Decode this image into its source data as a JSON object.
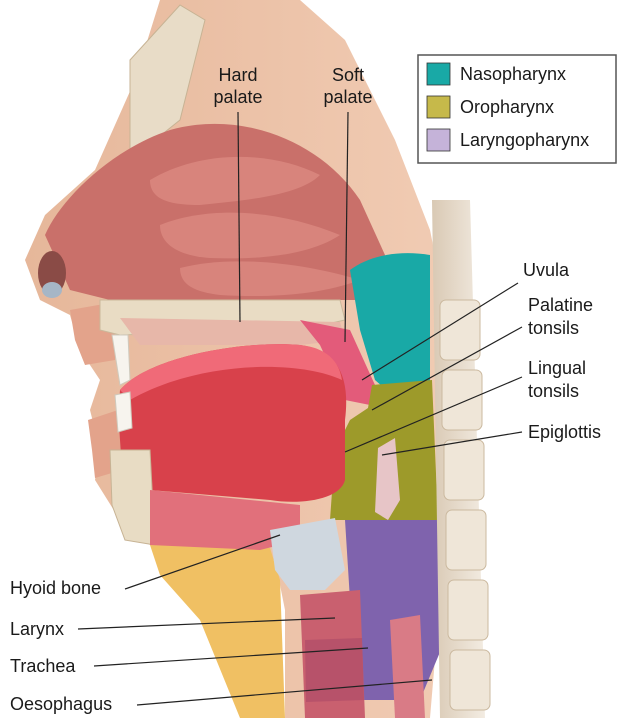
{
  "legend": {
    "items": [
      {
        "label": "Nasopharynx",
        "color": "#19a9a6"
      },
      {
        "label": "Oropharynx",
        "color": "#c6b94a"
      },
      {
        "label": "Laryngopharynx",
        "color": "#c5b3d9"
      }
    ]
  },
  "labels": {
    "hard_palate": [
      "Hard",
      "palate"
    ],
    "soft_palate": [
      "Soft",
      "palate"
    ],
    "uvula": "Uvula",
    "palatine_tonsils": [
      "Palatine",
      "tonsils"
    ],
    "lingual_tonsils": [
      "Lingual",
      "tonsils"
    ],
    "epiglottis": "Epiglottis",
    "hyoid_bone": "Hyoid bone",
    "larynx": "Larynx",
    "trachea": "Trachea",
    "oesophagus": "Oesophagus"
  }
}
